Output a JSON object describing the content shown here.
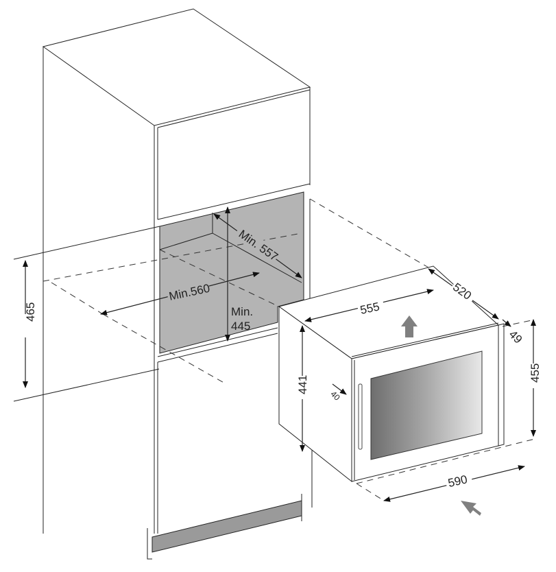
{
  "colors": {
    "niche": "#b4b4b4",
    "line": "#222222",
    "arrow": "#808080",
    "plinth": "#9a9a9a"
  },
  "labels": {
    "niche_depth": "Min. 557",
    "niche_width": "Min.560",
    "niche_height_min": "Min.",
    "niche_height_value": "445",
    "cabinet_opening": "465",
    "appliance_width": "555",
    "appliance_depth": "520",
    "door_thickness": "49",
    "front_height": "455",
    "body_height": "441",
    "handle_offset": "40",
    "front_width": "590"
  },
  "icons": {
    "airflow_out": "arrow-up-icon",
    "airflow_in": "arrow-diagonal-icon"
  }
}
